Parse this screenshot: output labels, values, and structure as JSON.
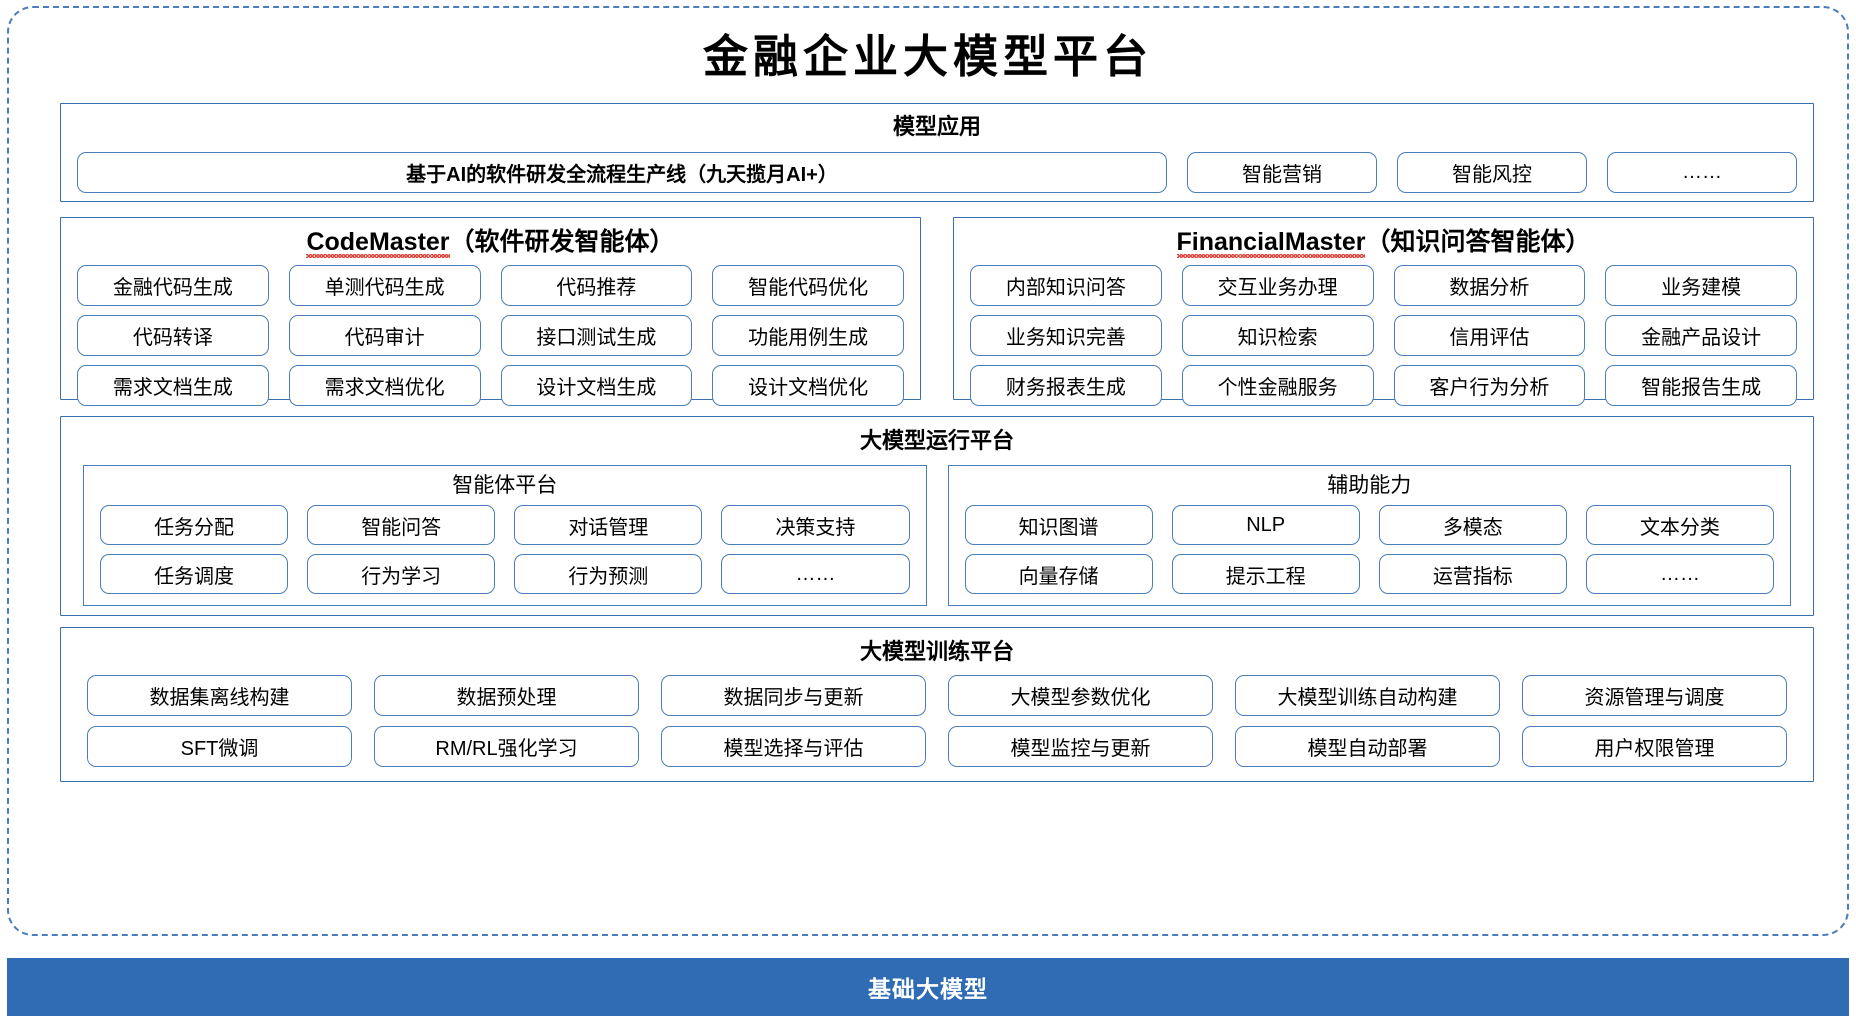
{
  "page": {
    "title": "金融企业大模型平台",
    "accent_border": "#4a7ebb",
    "section_border": "#3a6fb0",
    "foundation_bar_color": "#2f6cb4",
    "spellcheck_underline_color": "#e23b2e"
  },
  "model_application": {
    "title": "模型应用",
    "pipeline": "基于AI的软件研发全流程生产线（九天揽月AI+）",
    "items": [
      "智能营销",
      "智能风控",
      "……"
    ]
  },
  "agents": [
    {
      "name_en": "CodeMaster",
      "name_cn": "（软件研发智能体）",
      "rows": [
        [
          "金融代码生成",
          "单测代码生成",
          "代码推荐",
          "智能代码优化"
        ],
        [
          "代码转译",
          "代码审计",
          "接口测试生成",
          "功能用例生成"
        ],
        [
          "需求文档生成",
          "需求文档优化",
          "设计文档生成",
          "设计文档优化"
        ]
      ]
    },
    {
      "name_en": "FinancialMaster",
      "name_cn": "（知识问答智能体）",
      "rows": [
        [
          "内部知识问答",
          "交互业务办理",
          "数据分析",
          "业务建模"
        ],
        [
          "业务知识完善",
          "知识检索",
          "信用评估",
          "金融产品设计"
        ],
        [
          "财务报表生成",
          "个性金融服务",
          "客户行为分析",
          "智能报告生成"
        ]
      ]
    }
  ],
  "runtime_platform": {
    "title": "大模型运行平台",
    "panels": [
      {
        "title": "智能体平台",
        "rows": [
          [
            "任务分配",
            "智能问答",
            "对话管理",
            "决策支持"
          ],
          [
            "任务调度",
            "行为学习",
            "行为预测",
            "……"
          ]
        ]
      },
      {
        "title": "辅助能力",
        "rows": [
          [
            "知识图谱",
            "NLP",
            "多模态",
            "文本分类"
          ],
          [
            "向量存储",
            "提示工程",
            "运营指标",
            "……"
          ]
        ]
      }
    ]
  },
  "training_platform": {
    "title": "大模型训练平台",
    "rows": [
      [
        "数据集离线构建",
        "数据预处理",
        "数据同步与更新",
        "大模型参数优化",
        "大模型训练自动构建",
        "资源管理与调度"
      ],
      [
        "SFT微调",
        "RM/RL强化学习",
        "模型选择与评估",
        "模型监控与更新",
        "模型自动部署",
        "用户权限管理"
      ]
    ]
  },
  "foundation": {
    "label": "基础大模型"
  }
}
